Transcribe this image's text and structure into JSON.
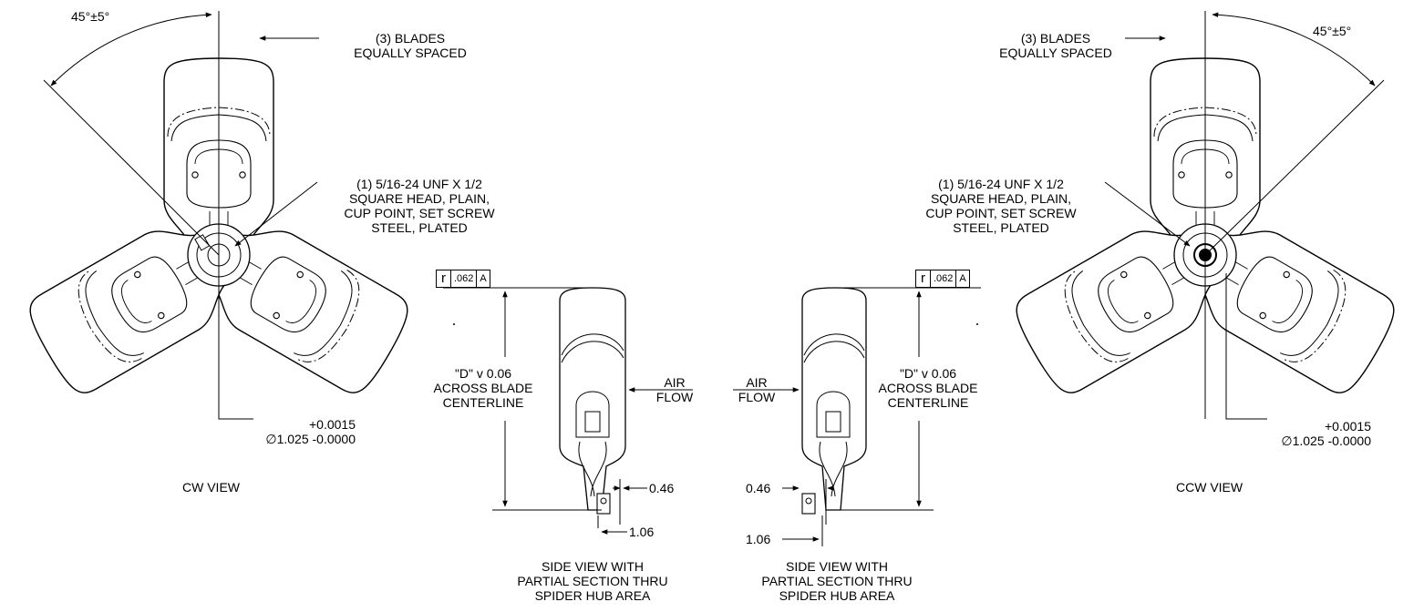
{
  "left": {
    "angle": "45°±5°",
    "blades_note": [
      "(3) BLADES",
      "EQUALLY SPACED"
    ],
    "screw_note": [
      "(1) 5/16-24 UNF X 1/2",
      "SQUARE HEAD, PLAIN,",
      "CUP POINT, SET SCREW",
      "STEEL, PLATED"
    ],
    "bore_tol": "+0.0015",
    "bore_dim": "∅1.025 -0.0000",
    "view_label": "CW VIEW"
  },
  "right": {
    "angle": "45°±5°",
    "blades_note": [
      "(3) BLADES",
      "EQUALLY SPACED"
    ],
    "screw_note": [
      "(1) 5/16-24 UNF X 1/2",
      "SQUARE HEAD, PLAIN,",
      "CUP POINT, SET SCREW",
      "STEEL, PLATED"
    ],
    "bore_tol": "+0.0015",
    "bore_dim": "∅1.025 -0.0000",
    "view_label": "CCW VIEW"
  },
  "side_left": {
    "fcf_symbol": "r",
    "fcf_value": ".062",
    "fcf_datum": "A",
    "diameter_note": [
      "\"D\" v 0.06",
      "ACROSS BLADE",
      "CENTERLINE"
    ],
    "airflow": [
      "AIR",
      "FLOW"
    ],
    "dim_small": "0.46",
    "dim_large": "1.06",
    "caption": [
      "SIDE VIEW WITH",
      "PARTIAL SECTION THRU",
      "SPIDER HUB AREA"
    ]
  },
  "side_right": {
    "fcf_symbol": "r",
    "fcf_value": ".062",
    "fcf_datum": "A",
    "diameter_note": [
      "\"D\" v 0.06",
      "ACROSS BLADE",
      "CENTERLINE"
    ],
    "airflow": [
      "AIR",
      "FLOW"
    ],
    "dim_small": "0.46",
    "dim_large": "1.06",
    "caption": [
      "SIDE VIEW WITH",
      "PARTIAL SECTION THRU",
      "SPIDER HUB AREA"
    ]
  }
}
